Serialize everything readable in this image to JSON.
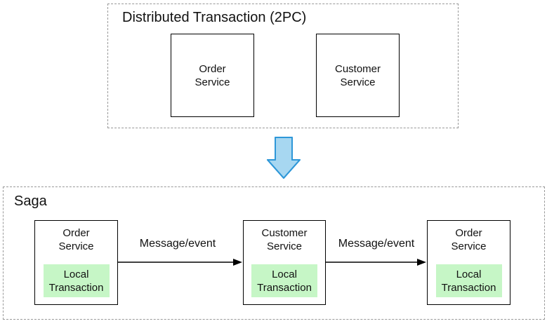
{
  "colors": {
    "panel_border": "#999999",
    "node_border": "#000000",
    "local_bg": "#c6f6c6",
    "arrow_blue_fill": "#a7d7f1",
    "arrow_blue_stroke": "#2e97d8",
    "flow_arrow": "#000000"
  },
  "top_panel": {
    "title": "Distributed Transaction (2PC)",
    "nodes": [
      {
        "label": "Order\nService"
      },
      {
        "label": "Customer\nService"
      }
    ]
  },
  "transition": {
    "icon": "down-arrow"
  },
  "saga_panel": {
    "title": "Saga",
    "nodes": [
      {
        "label": "Order\nService",
        "local": "Local\nTransaction"
      },
      {
        "label": "Customer\nService",
        "local": "Local\nTransaction"
      },
      {
        "label": "Order\nService",
        "local": "Local\nTransaction"
      }
    ],
    "arrows": [
      {
        "label": "Message/event"
      },
      {
        "label": "Message/event"
      }
    ]
  }
}
